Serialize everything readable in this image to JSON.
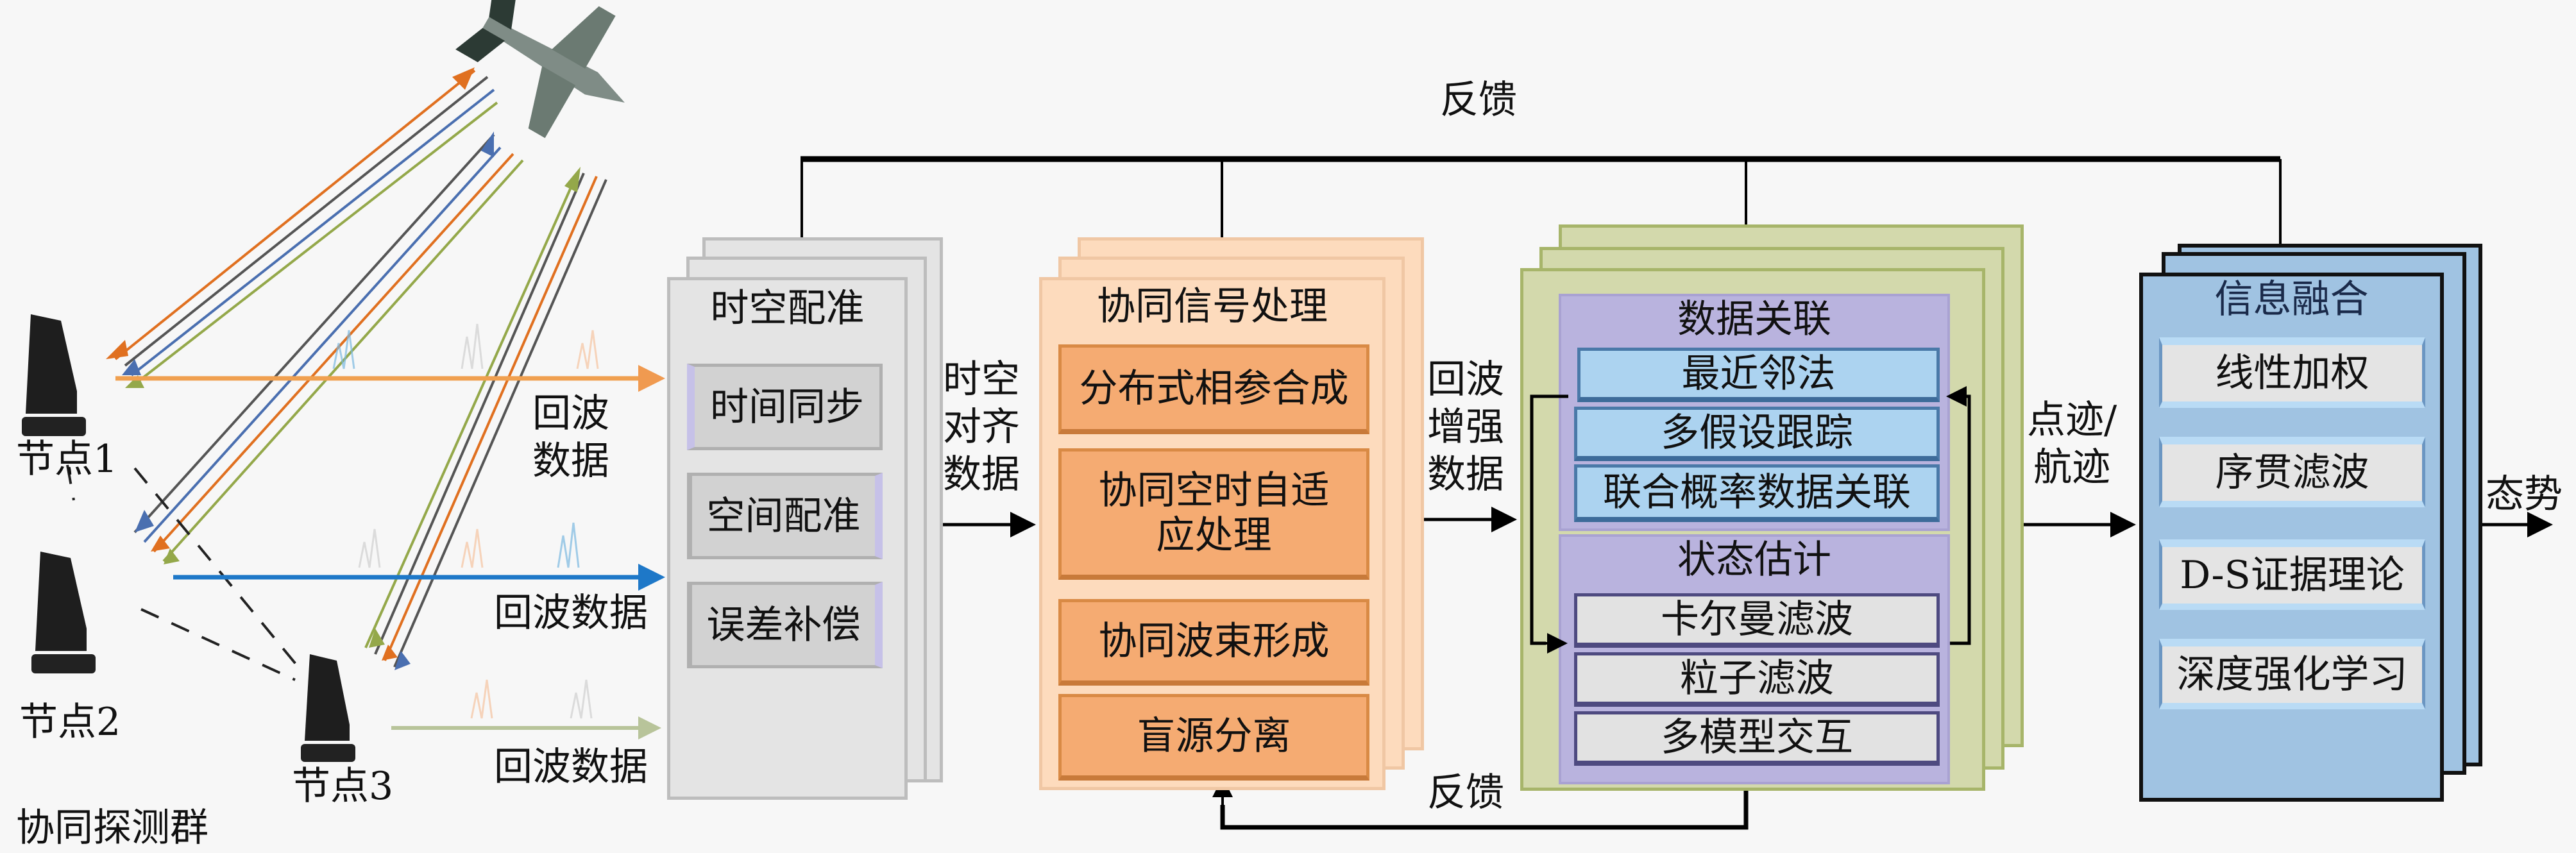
{
  "feedback_top": "反馈",
  "feedback_bottom": "反馈",
  "nodes": [
    {
      "label": "节点1"
    },
    {
      "label": "节点2"
    },
    {
      "label": "节点3"
    }
  ],
  "group_label": "协同探测群",
  "echo_labels": {
    "node1": "回波\n数据",
    "node2": "回波数据",
    "node3": "回波数据"
  },
  "beam_colors": {
    "orange": "#e07020",
    "blue": "#4a6fb0",
    "green": "#94a84a",
    "gray": "#555555"
  },
  "echo_line_colors": {
    "node1": "#f0a050",
    "node2": "#1e78c8",
    "node3": "#b8c49a"
  },
  "modules": {
    "registration": {
      "title": "时空配准",
      "items": [
        "时间同步",
        "空间配准",
        "误差补偿"
      ],
      "bg": "#e4e4e4"
    },
    "signal": {
      "title": "协同信号处理",
      "items": [
        "分布式相参合成",
        "协同空时自适\n应处理",
        "协同波束形成",
        "盲源分离"
      ],
      "bg": "#fddbbd"
    },
    "tracking": {
      "association": {
        "title": "数据关联",
        "items": [
          "最近邻法",
          "多假设跟踪",
          "联合概率数据关联"
        ]
      },
      "estimation": {
        "title": "状态估计",
        "items": [
          "卡尔曼滤波",
          "粒子滤波",
          "多模型交互"
        ]
      },
      "bg": "#d3d9ac"
    },
    "fusion": {
      "title": "信息融合",
      "items": [
        "线性加权",
        "序贯滤波",
        "D-S证据理论",
        "深度强化学习"
      ],
      "bg": "#a0c3e2"
    }
  },
  "flow_labels": {
    "aligned": "时空\n对齐\n数据",
    "enhanced": "回波\n增强\n数据",
    "tracks": "点迹/\n航迹",
    "situation": "态势"
  }
}
